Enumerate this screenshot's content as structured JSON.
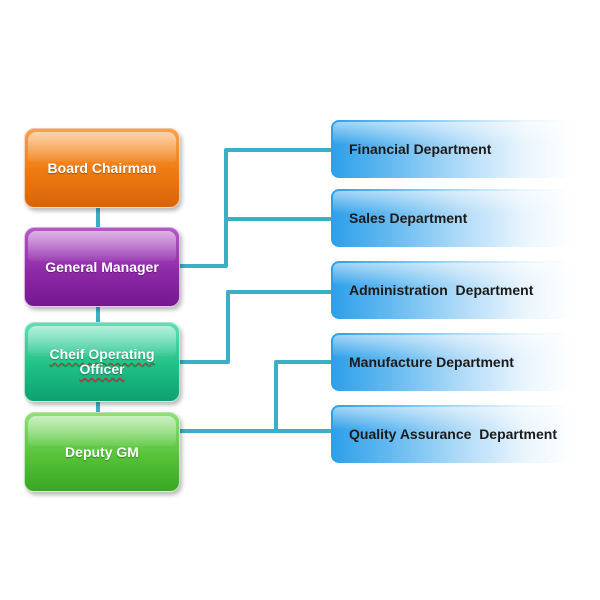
{
  "roles": [
    {
      "label": "Board Chairman",
      "color": "#ee7a12"
    },
    {
      "label": "General Manager",
      "color": "#8e2aa8"
    },
    {
      "label": "Cheif Operating Officer",
      "color": "#20c086"
    },
    {
      "label": "Deputy GM",
      "color": "#56c33a"
    }
  ],
  "departments": [
    {
      "label": "Financial Department"
    },
    {
      "label": "Sales Department"
    },
    {
      "label": "Administration  Department"
    },
    {
      "label": "Manufacture Department"
    },
    {
      "label": "Quality Assurance  Department"
    }
  ],
  "colors": {
    "connector": "#3ab0c8",
    "department_fill": "#2c9fe9"
  }
}
